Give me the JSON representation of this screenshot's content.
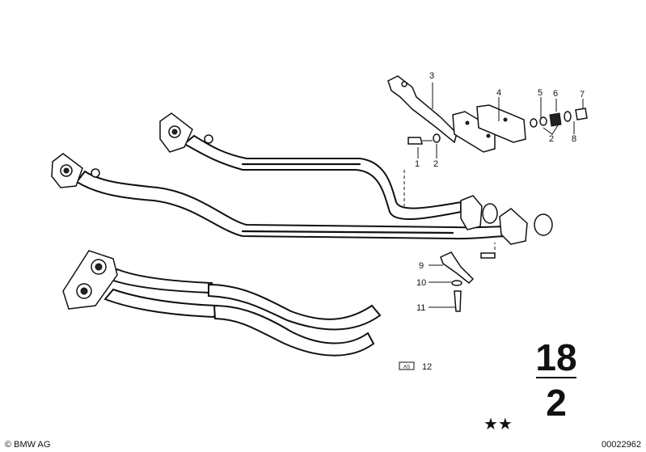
{
  "callouts": {
    "c1": "1",
    "c2a": "2",
    "c3": "3",
    "c4": "4",
    "c5": "5",
    "c6": "6",
    "c7": "7",
    "c2b": "2",
    "c8": "8",
    "c9": "9",
    "c10": "10",
    "c11": "11",
    "c12": "12"
  },
  "badge": {
    "text": "AS"
  },
  "page_ref": {
    "top": "18",
    "bottom": "2"
  },
  "stars": "★★",
  "footer": {
    "copyright": "© BMW AG",
    "doc_number": "00022962"
  }
}
